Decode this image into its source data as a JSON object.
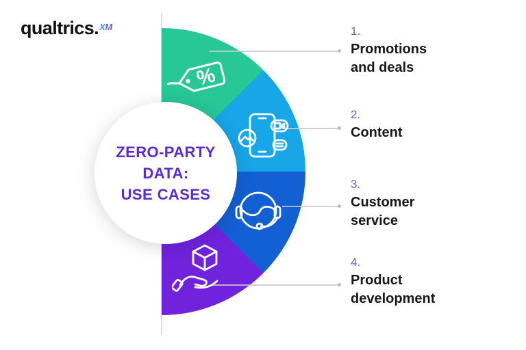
{
  "logo": {
    "brand": "qualtrics.",
    "superscript": "XM"
  },
  "center": {
    "title_lines": [
      "ZERO-PARTY",
      "DATA:",
      "USE CASES"
    ]
  },
  "segments": [
    {
      "number": "1.",
      "label": "Promotions and deals",
      "color": "#27c896",
      "icon": "price-tag-percent-icon"
    },
    {
      "number": "2.",
      "label": "Content",
      "color": "#17a6e8",
      "icon": "smartphone-content-icon"
    },
    {
      "number": "3.",
      "label": "Customer service",
      "color": "#1260d3",
      "icon": "support-headset-icon"
    },
    {
      "number": "4.",
      "label": "Product development",
      "color": "#7122dc",
      "icon": "hand-product-box-icon"
    }
  ],
  "colors": {
    "segment_green": "#27c896",
    "segment_light_blue": "#17a6e8",
    "segment_dark_blue": "#1260d3",
    "segment_purple": "#7122dc",
    "center_title_text": "#5b2ad4",
    "number_text": "#6e5bd5",
    "label_text": "#17171c",
    "connector_line": "#c9c9c9"
  }
}
